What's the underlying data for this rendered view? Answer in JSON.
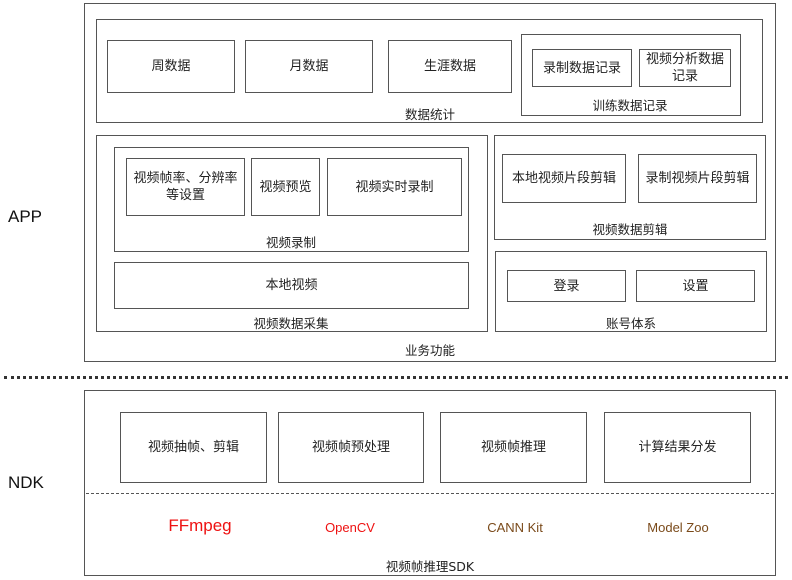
{
  "layers": {
    "app_label": "APP",
    "ndk_label": "NDK"
  },
  "app": {
    "caption": "业务功能",
    "data_stats": {
      "caption": "数据统计",
      "items": [
        "周数据",
        "月数据",
        "生涯数据"
      ],
      "training": {
        "caption": "训练数据记录",
        "items": [
          "录制数据记录",
          "视频分析数据记录"
        ]
      }
    },
    "video_capture": {
      "caption": "视频数据采集",
      "recording": {
        "caption": "视频录制",
        "items": [
          "视频帧率、分辨率等设置",
          "视频预览",
          "视频实时录制"
        ]
      },
      "local_video": "本地视频"
    },
    "video_edit": {
      "caption": "视频数据剪辑",
      "items": [
        "本地视频片段剪辑",
        "录制视频片段剪辑"
      ]
    },
    "account": {
      "caption": "账号体系",
      "items": [
        "登录",
        "设置"
      ]
    }
  },
  "ndk": {
    "caption": "视频帧推理SDK",
    "items": [
      "视频抽帧、剪辑",
      "视频帧预处理",
      "视频帧推理",
      "计算结果分发"
    ],
    "libraries": [
      {
        "name": "FFmpeg",
        "color": "#ee1111"
      },
      {
        "name": "OpenCV",
        "color": "#ee1111"
      },
      {
        "name": "CANN Kit",
        "color": "#7a4a1a"
      },
      {
        "name": "Model Zoo",
        "color": "#7a4a1a"
      }
    ]
  }
}
